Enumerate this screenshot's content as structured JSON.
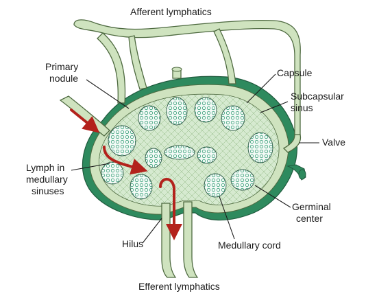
{
  "labels": {
    "afferent": "Afferent lymphatics",
    "primary_nodule_l1": "Primary",
    "primary_nodule_l2": "nodule",
    "capsule": "Capsule",
    "subcapsular_l1": "Subcapsular",
    "subcapsular_l2": "sinus",
    "valve": "Valve",
    "lymph_l1": "Lymph in",
    "lymph_l2": "medullary",
    "lymph_l3": "sinuses",
    "germinal_l1": "Germinal",
    "germinal_l2": "center",
    "hilus": "Hilus",
    "medullary_cord": "Medullary cord",
    "efferent": "Efferent lymphatics"
  },
  "colors": {
    "capsule": "#2e8a5e",
    "vessel": "#cfe3bf",
    "nodule": "#e9f5ee",
    "cell": "#3aa17a",
    "flow_arrow": "#b3221c",
    "text": "#1a1a1a"
  }
}
